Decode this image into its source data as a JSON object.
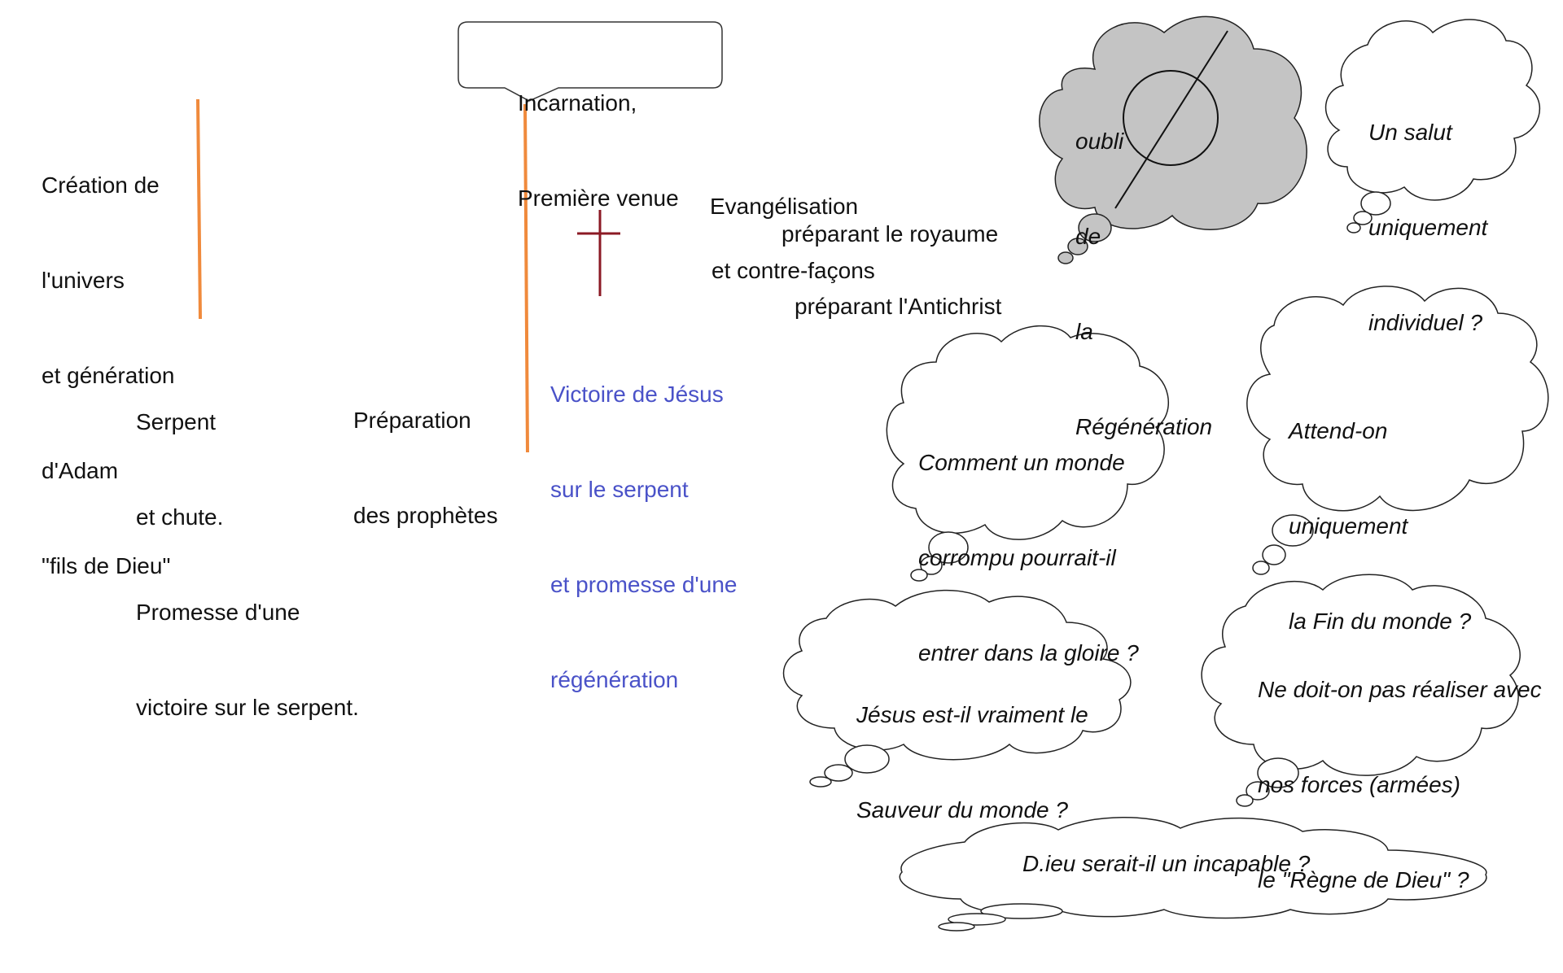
{
  "colors": {
    "timeline_line": "#f08a3c",
    "cross": "#8b1a24",
    "victory_text": "#4a52c8",
    "gray_cloud": "#c4c4c4",
    "cloud_stroke": "#222222",
    "text": "#111111"
  },
  "labels": {
    "creation": [
      "Création de",
      "l'univers",
      "et génération",
      "d'Adam",
      "\"fils de Dieu\""
    ],
    "serpent": [
      "Serpent",
      "et chute.",
      "Promesse d'une",
      "victoire sur le serpent."
    ],
    "prophets": [
      "Préparation",
      "des prophètes"
    ],
    "incarnation": [
      "Incarnation,",
      "Première venue"
    ],
    "victory": [
      "Victoire de Jésus",
      "sur le serpent",
      "et promesse d'une",
      "régénération"
    ],
    "evangelisation": {
      "line1": "Evangélisation",
      "line2": "préparant le royaume",
      "line3": "et contre-façons",
      "line4": "préparant l'Antichrist"
    }
  },
  "clouds": {
    "oubli": [
      "oubli",
      "de",
      "la",
      "Régénération"
    ],
    "salut": [
      "Un salut",
      "uniquement",
      "individuel ?"
    ],
    "monde": [
      "Comment un monde",
      "corrompu pourrait-il",
      "entrer dans la gloire ?"
    ],
    "fin": [
      "Attend-on",
      "uniquement",
      "la Fin du monde ?"
    ],
    "sauveur": [
      "Jésus est-il vraiment le",
      "Sauveur du monde ?"
    ],
    "regne": [
      "Ne doit-on pas réaliser avec",
      "nos forces (armées)",
      "le \"Règne de Dieu\" ?"
    ],
    "incapable": [
      "D.ieu serait-il un incapable ?"
    ]
  }
}
